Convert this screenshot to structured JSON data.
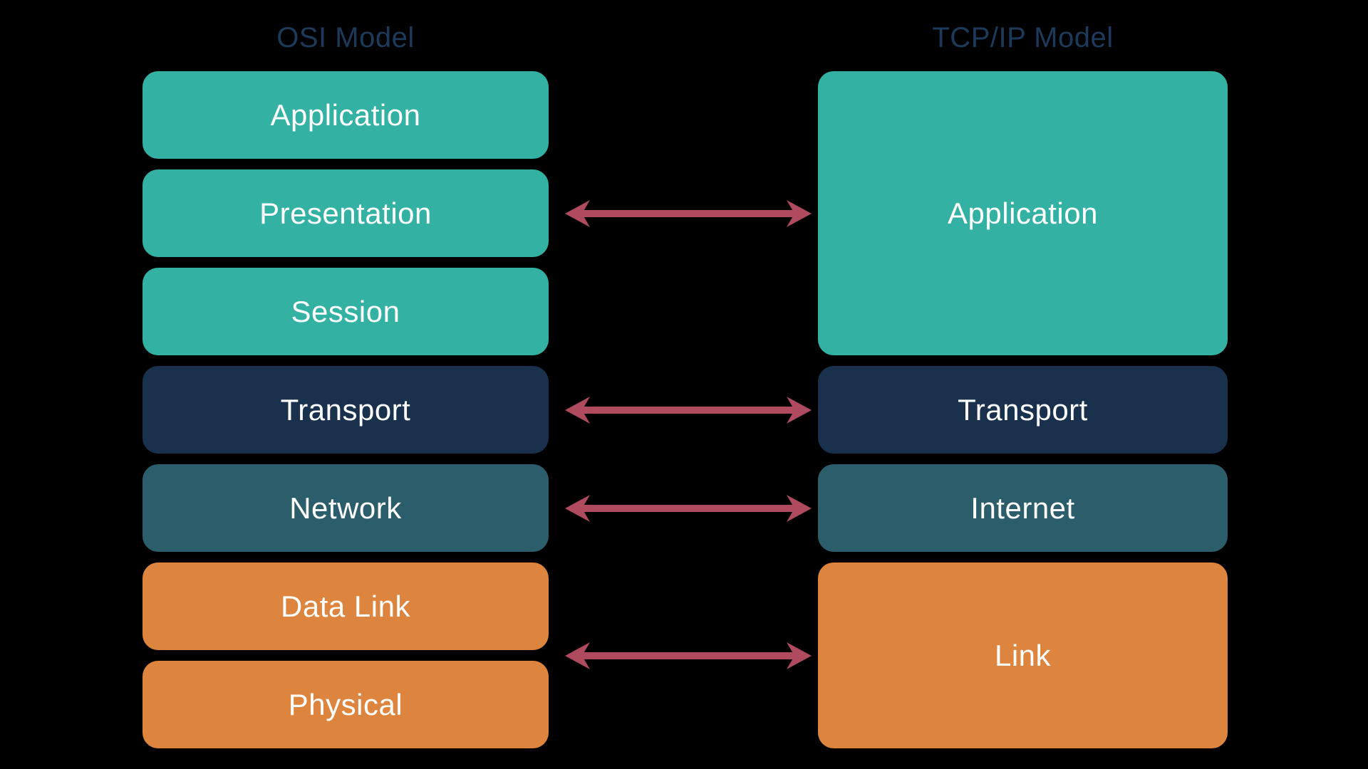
{
  "titles": {
    "osi": "OSI Model",
    "tcpip": "TCP/IP Model"
  },
  "colors": {
    "background": "#000000",
    "teal": "#33b2a4",
    "navy": "#1a314d",
    "slate": "#2c5d6a",
    "orange": "#dd853e",
    "arrow": "#b04a5e",
    "title_text": "#1e3a5a",
    "label_text": "#ffffff"
  },
  "osi_layers": [
    {
      "label": "Application",
      "color": "teal"
    },
    {
      "label": "Presentation",
      "color": "teal"
    },
    {
      "label": "Session",
      "color": "teal"
    },
    {
      "label": "Transport",
      "color": "navy"
    },
    {
      "label": "Network",
      "color": "slate"
    },
    {
      "label": "Data Link",
      "color": "orange"
    },
    {
      "label": "Physical",
      "color": "orange"
    }
  ],
  "tcpip_layers": [
    {
      "label": "Application",
      "color": "teal"
    },
    {
      "label": "Transport",
      "color": "navy"
    },
    {
      "label": "Internet",
      "color": "slate"
    },
    {
      "label": "Link",
      "color": "orange"
    }
  ],
  "arrows": [
    {
      "from": "Presentation",
      "to": "Application",
      "style": "double-headed"
    },
    {
      "from": "Transport",
      "to": "Transport",
      "style": "double-headed"
    },
    {
      "from": "Network",
      "to": "Internet",
      "style": "double-headed"
    },
    {
      "from": "Data Link / Physical",
      "to": "Link",
      "style": "double-headed"
    }
  ]
}
